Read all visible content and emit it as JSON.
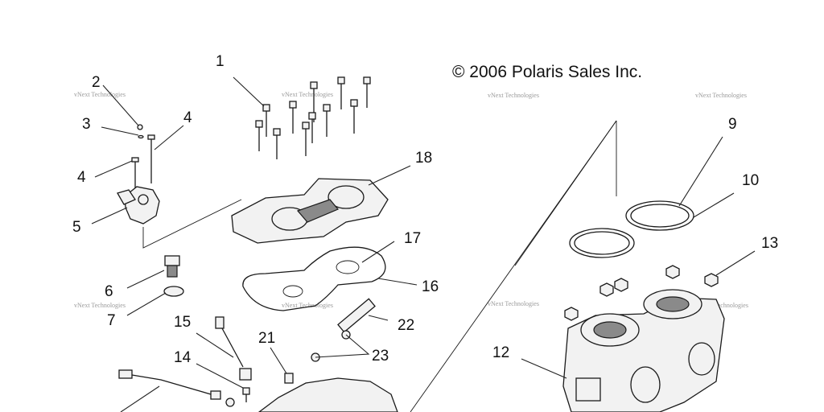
{
  "copyright": "© 2006 Polaris Sales Inc.",
  "watermark": "vNext Technologies",
  "callouts": {
    "c1": "1",
    "c2": "2",
    "c3": "3",
    "c4a": "4",
    "c4b": "4",
    "c5": "5",
    "c6": "6",
    "c7": "7",
    "c9": "9",
    "c10": "10",
    "c12": "12",
    "c13": "13",
    "c14": "14",
    "c15": "15",
    "c16": "16",
    "c17": "17",
    "c18": "18",
    "c21": "21",
    "c22": "22",
    "c23": "23"
  }
}
